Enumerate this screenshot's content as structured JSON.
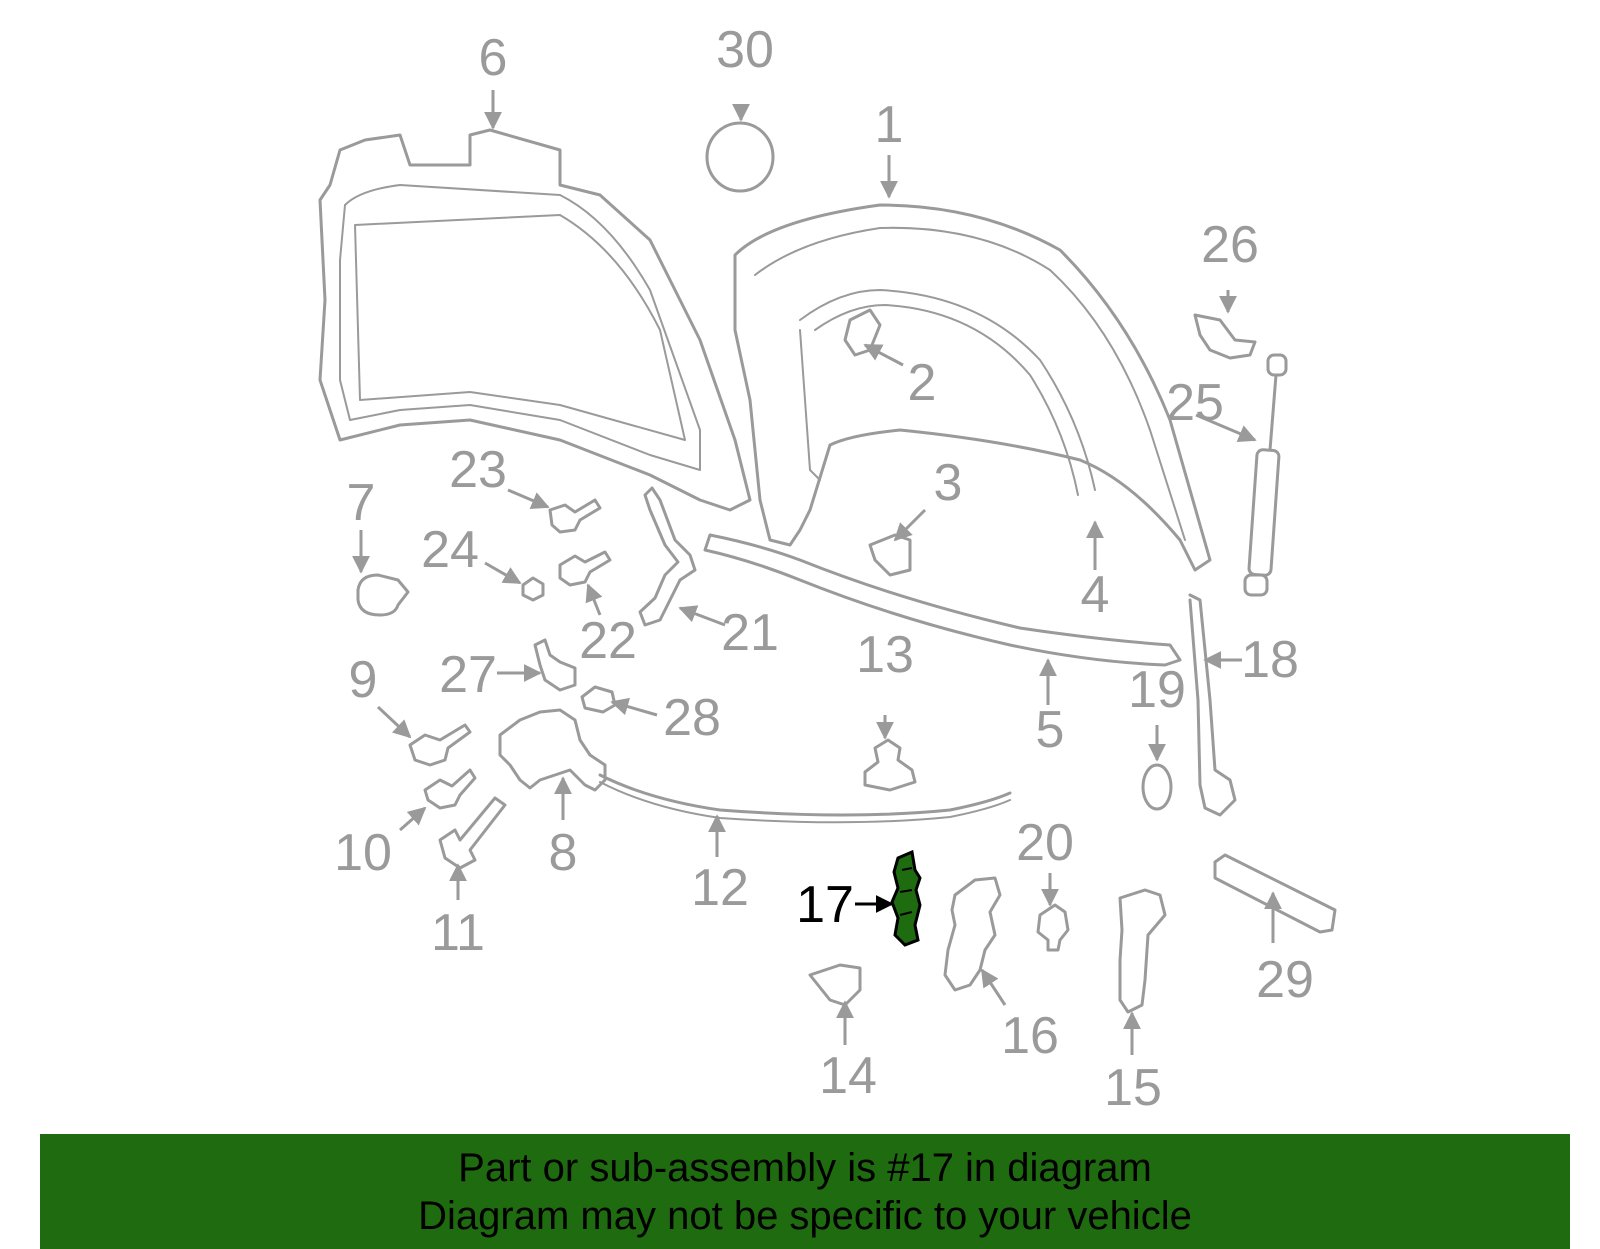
{
  "callouts": {
    "c1": "1",
    "c2": "2",
    "c3": "3",
    "c4": "4",
    "c5": "5",
    "c6": "6",
    "c7": "7",
    "c8": "8",
    "c9": "9",
    "c10": "10",
    "c11": "11",
    "c12": "12",
    "c13": "13",
    "c14": "14",
    "c15": "15",
    "c16": "16",
    "c17": "17",
    "c18": "18",
    "c19": "19",
    "c20": "20",
    "c21": "21",
    "c22": "22",
    "c23": "23",
    "c24": "24",
    "c25": "25",
    "c26": "26",
    "c27": "27",
    "c28": "28",
    "c29": "29",
    "c30": "30"
  },
  "highlight": {
    "part": "17",
    "color": "#1f6b0f"
  },
  "colors": {
    "line_art": "#9a9a9a",
    "banner": "#1f6b0f",
    "highlight_text": "#000000"
  },
  "banner": {
    "line1": "Part or sub-assembly is #17 in diagram",
    "line2": "Diagram may not be specific to your vehicle"
  }
}
